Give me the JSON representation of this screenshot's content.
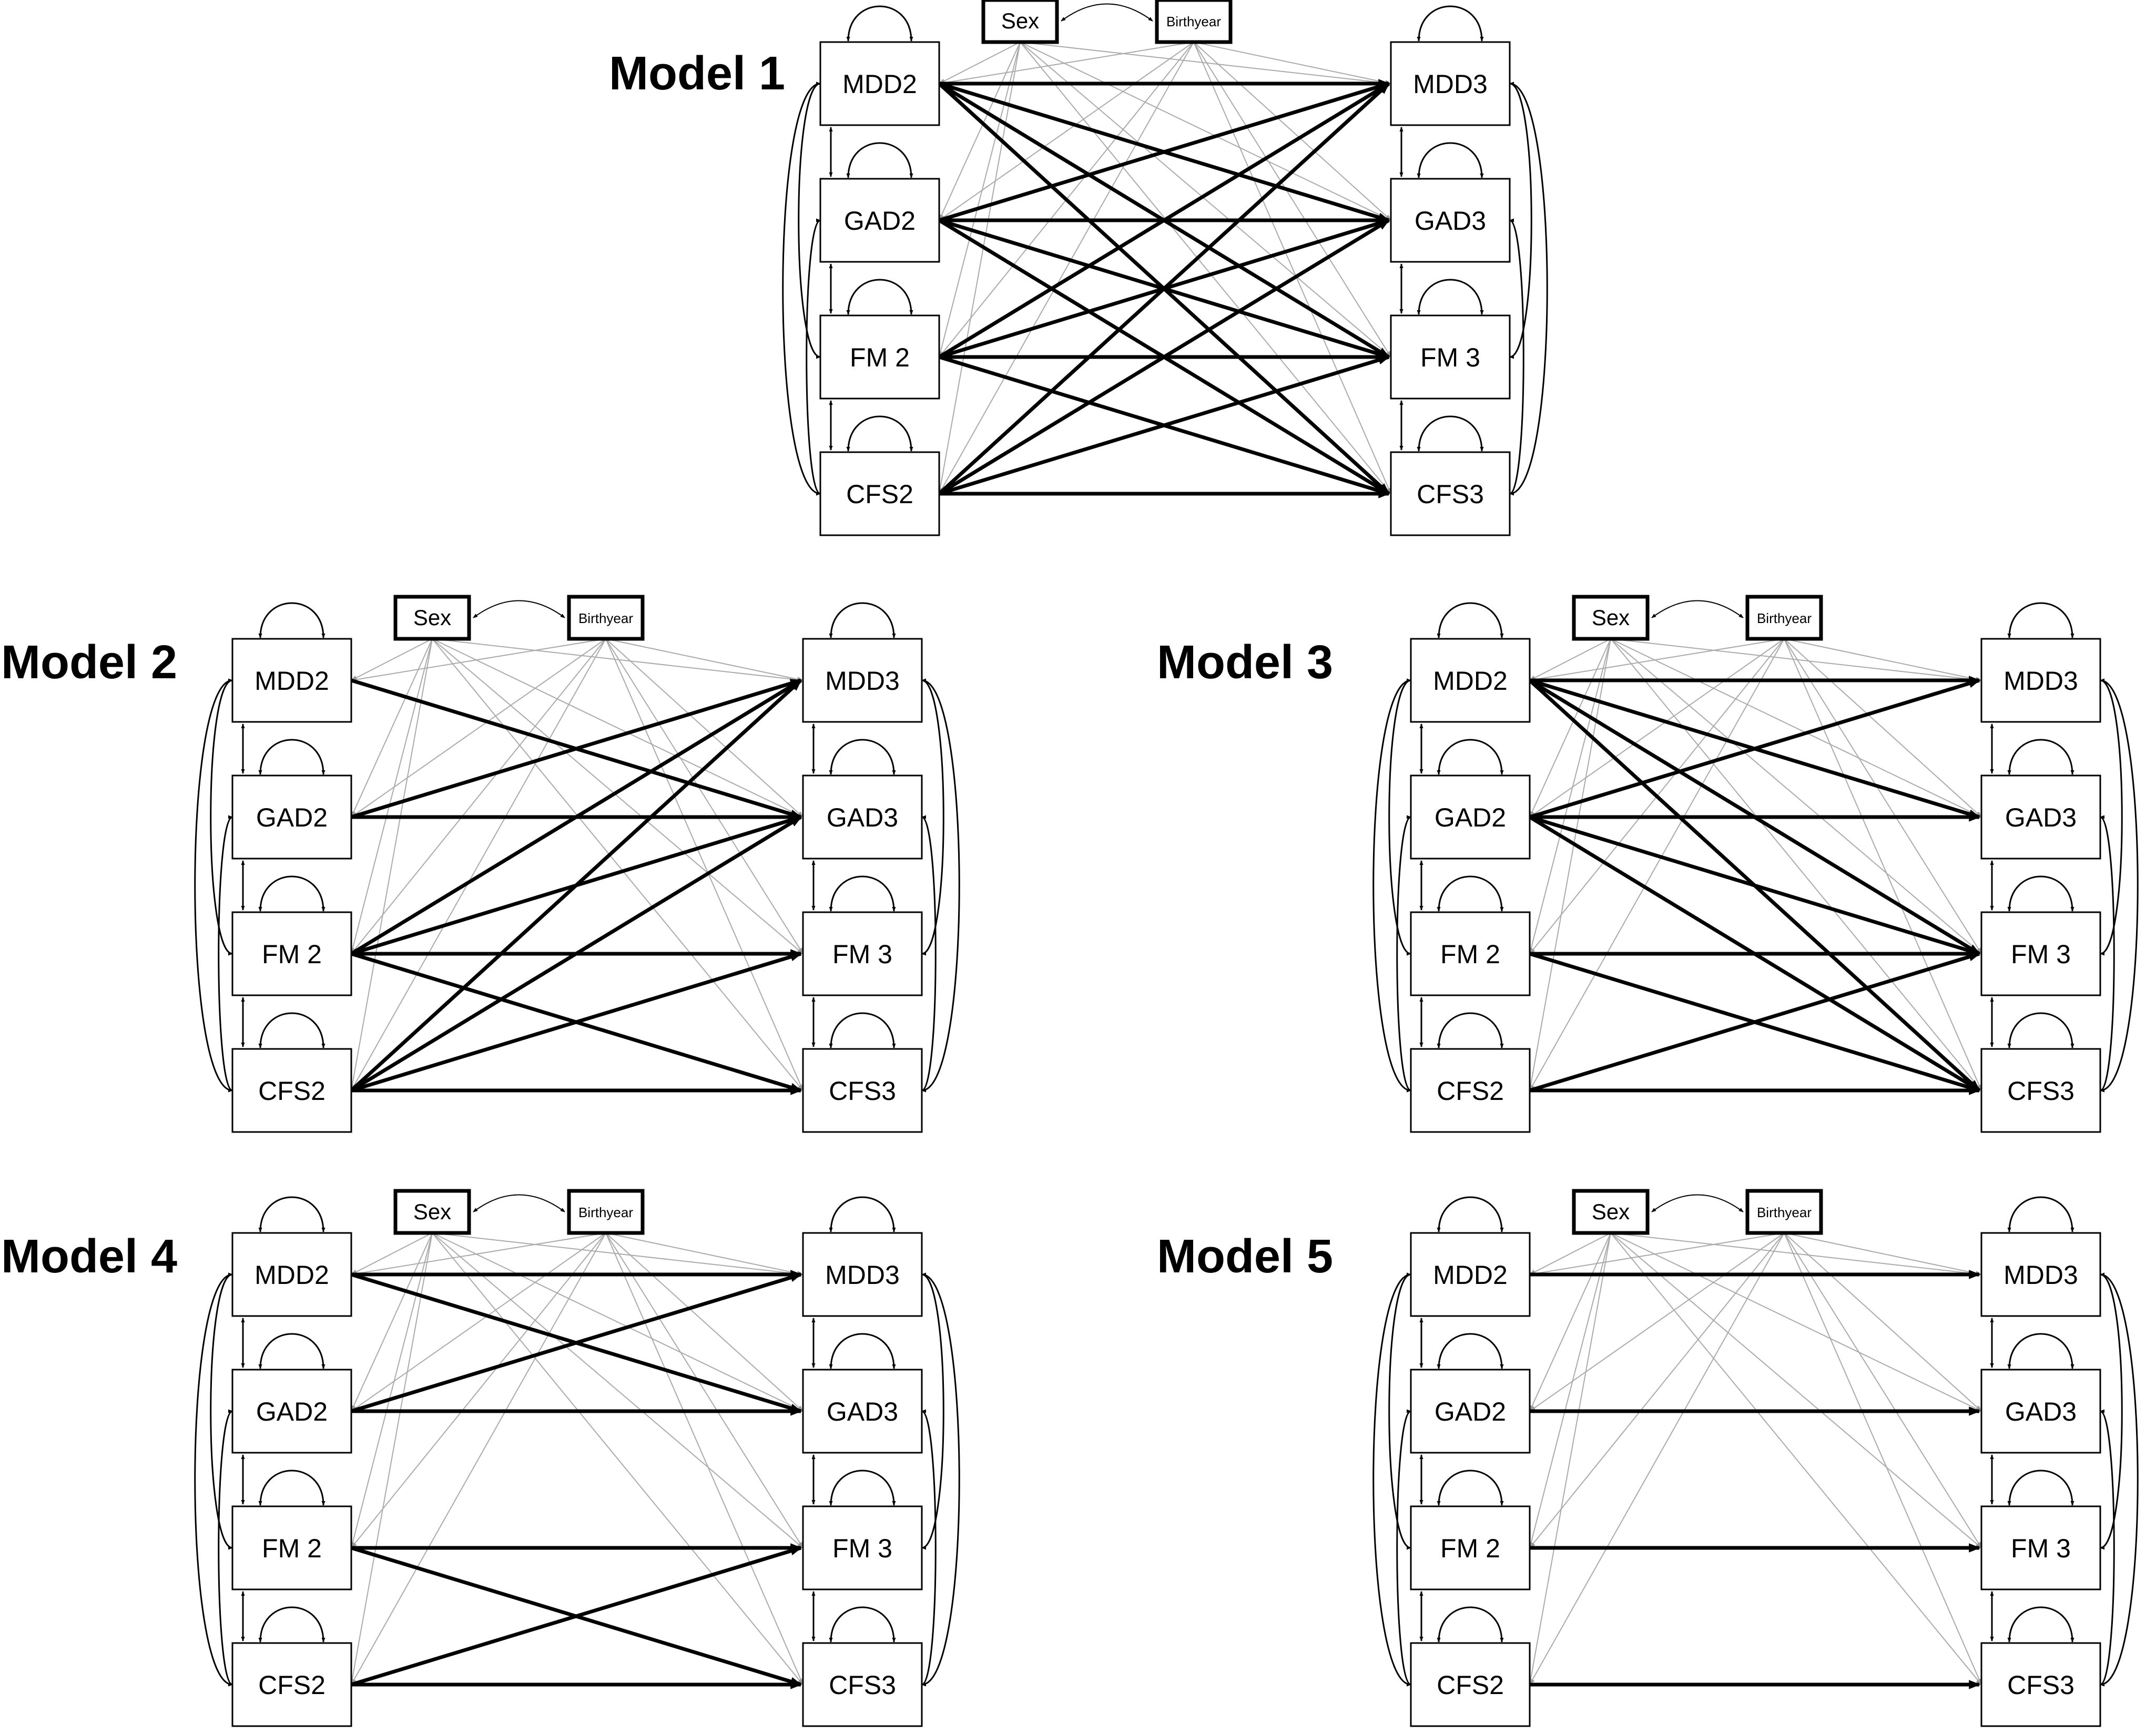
{
  "models": [
    {
      "title": "Model 1",
      "left_nodes": [
        "MDD2",
        "GAD2",
        "FM 2",
        "CFS2"
      ],
      "right_nodes": [
        "MDD3",
        "GAD3",
        "FM 3",
        "CFS3"
      ],
      "covariates": [
        "Sex",
        "Birthyear"
      ],
      "paths": [
        [
          0,
          0
        ],
        [
          0,
          1
        ],
        [
          0,
          2
        ],
        [
          0,
          3
        ],
        [
          1,
          0
        ],
        [
          1,
          1
        ],
        [
          1,
          2
        ],
        [
          1,
          3
        ],
        [
          2,
          0
        ],
        [
          2,
          1
        ],
        [
          2,
          2
        ],
        [
          2,
          3
        ],
        [
          3,
          0
        ],
        [
          3,
          1
        ],
        [
          3,
          2
        ],
        [
          3,
          3
        ]
      ]
    },
    {
      "title": "Model 2",
      "left_nodes": [
        "MDD2",
        "GAD2",
        "FM 2",
        "CFS2"
      ],
      "right_nodes": [
        "MDD3",
        "GAD3",
        "FM 3",
        "CFS3"
      ],
      "covariates": [
        "Sex",
        "Birthyear"
      ],
      "paths": [
        [
          0,
          1
        ],
        [
          1,
          0
        ],
        [
          1,
          1
        ],
        [
          2,
          0
        ],
        [
          2,
          1
        ],
        [
          2,
          2
        ],
        [
          2,
          3
        ],
        [
          3,
          0
        ],
        [
          3,
          1
        ],
        [
          3,
          2
        ],
        [
          3,
          3
        ]
      ]
    },
    {
      "title": "Model 3",
      "left_nodes": [
        "MDD2",
        "GAD2",
        "FM 2",
        "CFS2"
      ],
      "right_nodes": [
        "MDD3",
        "GAD3",
        "FM 3",
        "CFS3"
      ],
      "covariates": [
        "Sex",
        "Birthyear"
      ],
      "paths": [
        [
          0,
          0
        ],
        [
          0,
          1
        ],
        [
          0,
          2
        ],
        [
          0,
          3
        ],
        [
          1,
          0
        ],
        [
          1,
          1
        ],
        [
          1,
          2
        ],
        [
          1,
          3
        ],
        [
          2,
          2
        ],
        [
          2,
          3
        ],
        [
          3,
          2
        ],
        [
          3,
          3
        ]
      ]
    },
    {
      "title": "Model 4",
      "left_nodes": [
        "MDD2",
        "GAD2",
        "FM 2",
        "CFS2"
      ],
      "right_nodes": [
        "MDD3",
        "GAD3",
        "FM 3",
        "CFS3"
      ],
      "covariates": [
        "Sex",
        "Birthyear"
      ],
      "paths": [
        [
          0,
          0
        ],
        [
          0,
          1
        ],
        [
          1,
          0
        ],
        [
          1,
          1
        ],
        [
          2,
          2
        ],
        [
          2,
          3
        ],
        [
          3,
          2
        ],
        [
          3,
          3
        ]
      ]
    },
    {
      "title": "Model 5",
      "left_nodes": [
        "MDD2",
        "GAD2",
        "FM 2",
        "CFS2"
      ],
      "right_nodes": [
        "MDD3",
        "GAD3",
        "FM 3",
        "CFS3"
      ],
      "covariates": [
        "Sex",
        "Birthyear"
      ],
      "paths": [
        [
          0,
          0
        ],
        [
          1,
          1
        ],
        [
          2,
          2
        ],
        [
          3,
          3
        ]
      ]
    }
  ]
}
